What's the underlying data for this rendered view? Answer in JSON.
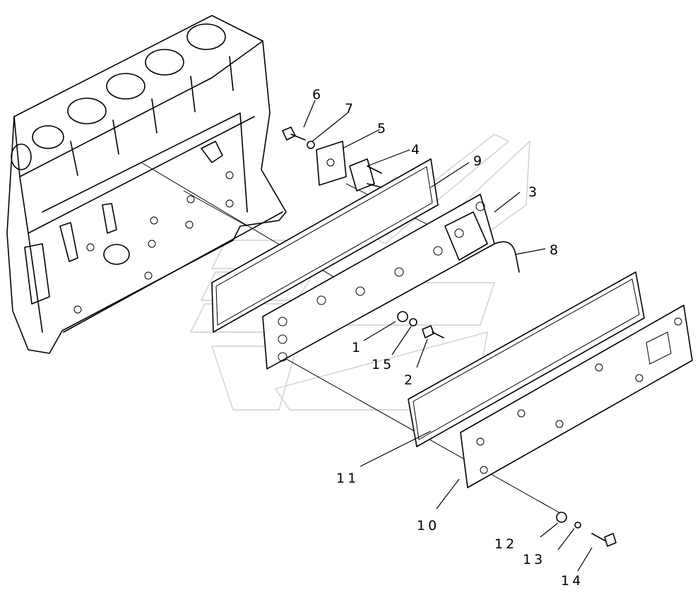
{
  "diagram": {
    "type": "exploded parts diagram",
    "callouts": [
      {
        "id": "c1",
        "label": "1"
      },
      {
        "id": "c2",
        "label": "2"
      },
      {
        "id": "c3",
        "label": "3"
      },
      {
        "id": "c4",
        "label": "4"
      },
      {
        "id": "c5",
        "label": "5"
      },
      {
        "id": "c6",
        "label": "6"
      },
      {
        "id": "c7",
        "label": "7"
      },
      {
        "id": "c8",
        "label": "8"
      },
      {
        "id": "c9",
        "label": "9"
      },
      {
        "id": "c10",
        "label": "10"
      },
      {
        "id": "c11",
        "label": "11"
      },
      {
        "id": "c12",
        "label": "12"
      },
      {
        "id": "c13",
        "label": "13"
      },
      {
        "id": "c14",
        "label": "14"
      },
      {
        "id": "c15",
        "label": "15"
      }
    ]
  }
}
